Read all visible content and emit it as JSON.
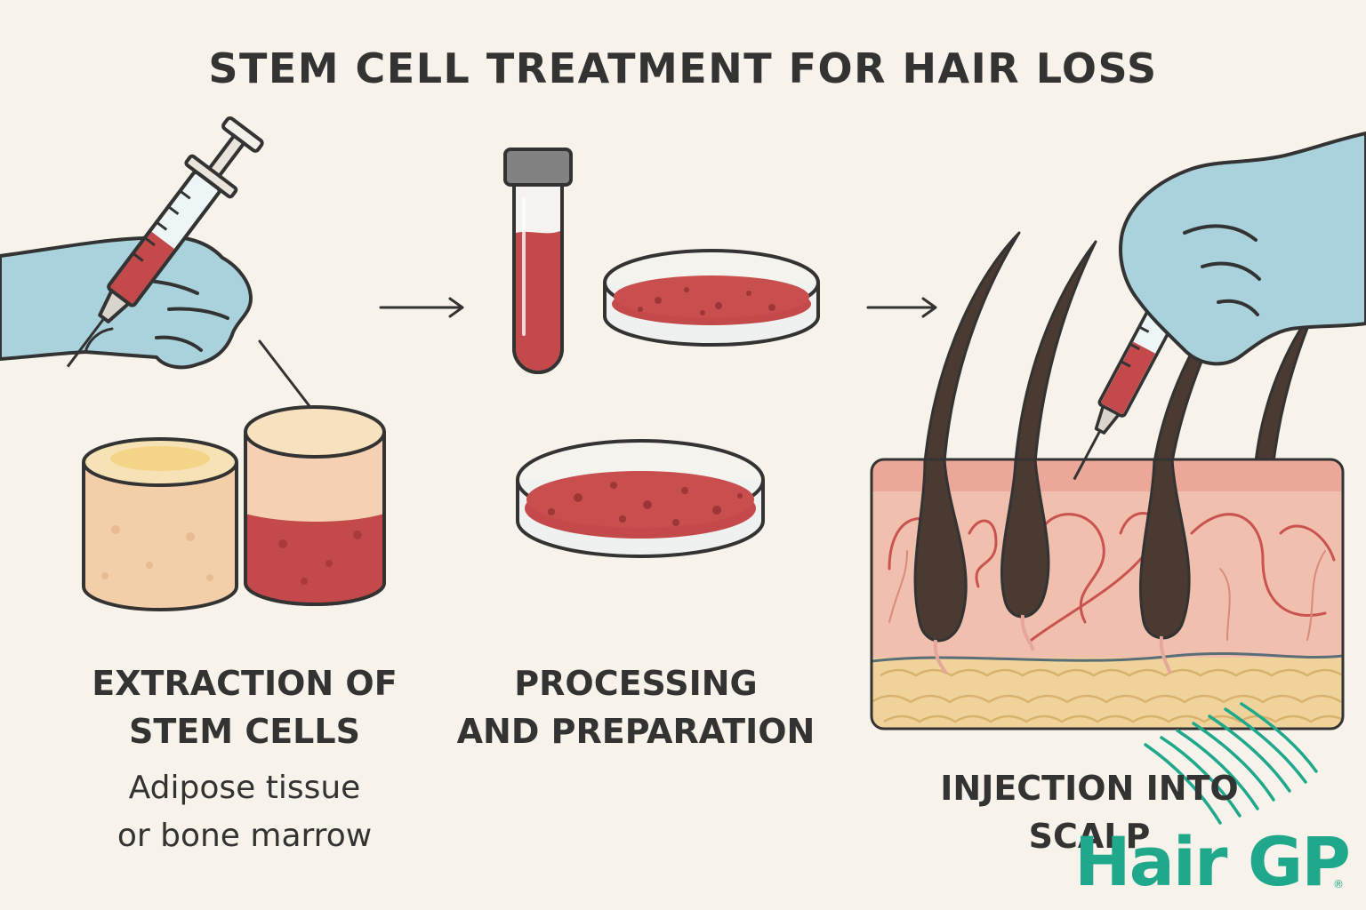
{
  "title": "STEM CELL TREATMENT FOR HAIR LOSS",
  "steps": [
    {
      "heading": [
        "EXTRACTION OF",
        "STEM CELLS"
      ],
      "detail": [
        "Adipose tissue",
        "or bone marrow"
      ]
    },
    {
      "heading": [
        "PROCESSING",
        "AND PREPARATION"
      ]
    },
    {
      "heading": [
        "INJECTION INTO",
        "SCALP"
      ]
    }
  ],
  "logo": {
    "text": "Hair GP",
    "mark": "®"
  },
  "colors": {
    "background": "#f8f3ea",
    "glove": "#a9d2dc",
    "blood": "#c4494a",
    "tissue": "#f2cfa8",
    "skin": "#f1bfae",
    "fat": "#efd39a",
    "hair": "#4a3a32",
    "brand": "#1fa88c",
    "outline": "#333333"
  },
  "icons": [
    "glove-hand-icon",
    "syringe-icon",
    "test-tube-icon",
    "petri-dish-icon",
    "arrow-right-icon",
    "scalp-cross-section-icon",
    "hair-gp-logo-icon"
  ]
}
